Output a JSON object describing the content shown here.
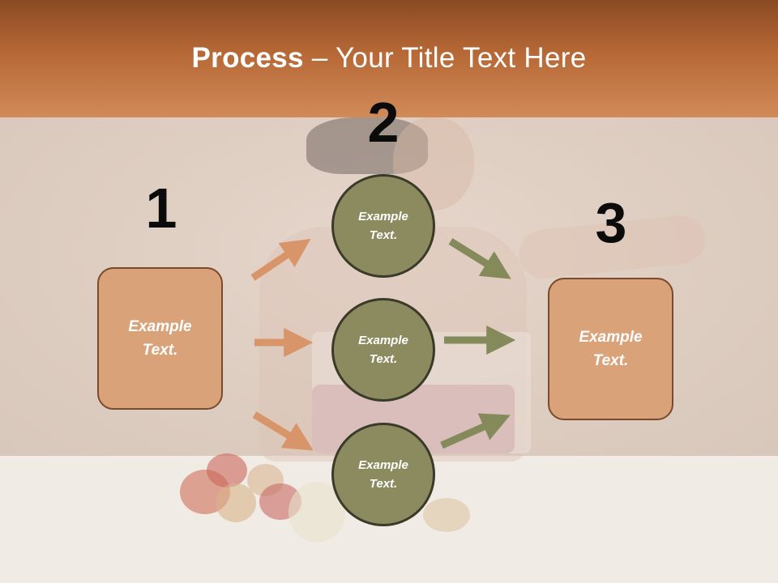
{
  "title": {
    "bold": "Process",
    "rest": " – Your Title Text Here"
  },
  "steps": [
    {
      "number": "1",
      "label": "Example Text."
    },
    {
      "number": "2",
      "label": "Example Text."
    },
    {
      "number": "3",
      "label": "Example Text."
    }
  ],
  "circles": [
    {
      "label": "Example Text."
    },
    {
      "label": "Example Text."
    },
    {
      "label": "Example Text."
    }
  ],
  "colors": {
    "header": "#b66836",
    "box_fill": "#d9a279",
    "circle_fill": "#8c8b5f",
    "arrow_orange": "#d9956a",
    "arrow_olive": "#848a5a"
  }
}
